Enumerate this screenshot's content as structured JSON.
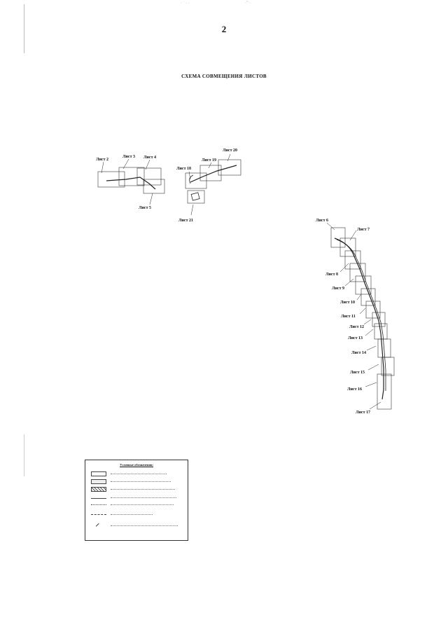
{
  "page": {
    "number": "2",
    "title": "СХЕМА СОВМЕЩЕНИЯ ЛИСТОВ"
  },
  "sheets": {
    "l2": "Лист 2",
    "l3": "Лист 3",
    "l4": "Лист 4",
    "l5": "Лист 5",
    "l6": "Лист 6",
    "l7": "Лист 7",
    "l8": "Лист 8",
    "l9": "Лист 9",
    "l10": "Лист 10",
    "l11": "Лист 11",
    "l12": "Лист 12",
    "l13": "Лист 13",
    "l14": "Лист 14",
    "l15": "Лист 15",
    "l16": "Лист 16",
    "l17": "Лист 17",
    "l18": "Лист 18",
    "l19": "Лист 19",
    "l20": "Лист 20",
    "l21": "Лист 21"
  },
  "legend": {
    "title": "Условные обозначения:"
  }
}
